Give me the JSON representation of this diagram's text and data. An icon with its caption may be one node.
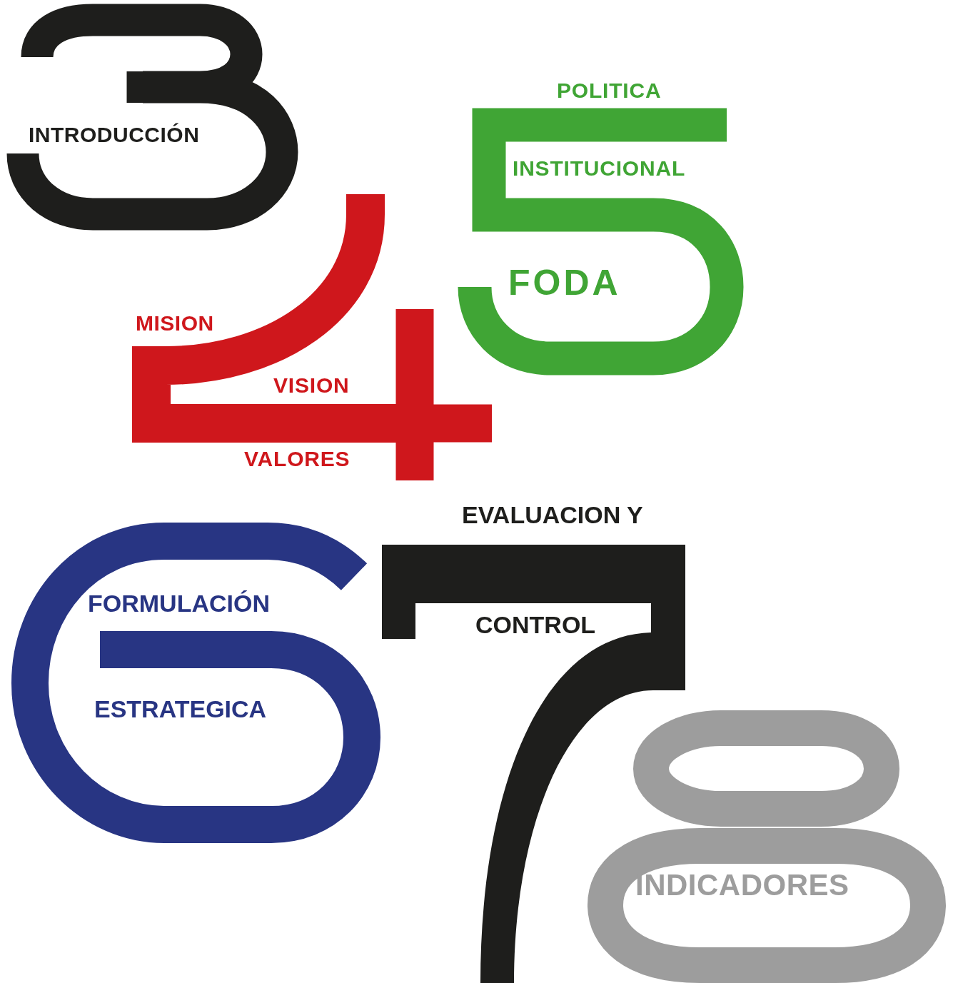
{
  "diagram": {
    "nodes": [
      {
        "text": [
          "INTRODUCCIÓN"
        ]
      },
      {
        "text": [
          "MISION"
        ]
      },
      {
        "text": [
          "VISION",
          "VALORES"
        ]
      },
      {
        "text": [
          "POLITICA",
          "INSTITUCIONAL",
          "FODA"
        ]
      },
      {
        "text": [
          "FORMULACIÓN",
          "ESTRATEGICA"
        ]
      },
      {
        "text": [
          "EVALUACION Y",
          "CONTROL"
        ]
      },
      {
        "text": [
          "INDICADORES"
        ]
      }
    ]
  }
}
